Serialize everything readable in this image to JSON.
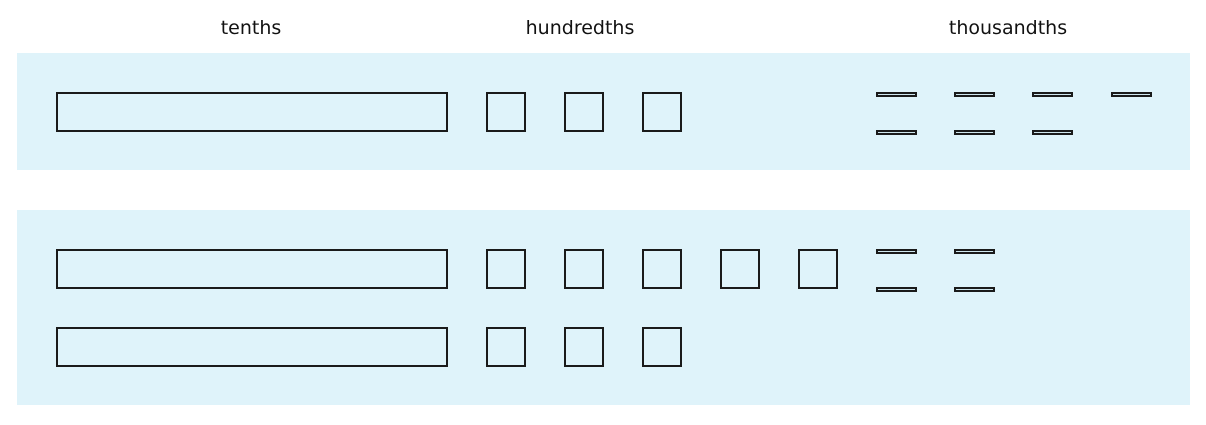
{
  "headers": {
    "tenths": "tenths",
    "hundredths": "hundredths",
    "thousandths": "thousandths"
  },
  "colors": {
    "panel": "#dff3fa",
    "stroke": "#1a1a1a"
  },
  "panels": [
    {
      "rows": [
        {
          "tenths": 1,
          "hundredths": 3,
          "thousandths": 7
        }
      ]
    },
    {
      "rows": [
        {
          "tenths": 1,
          "hundredths": 5,
          "thousandths": 4
        },
        {
          "tenths": 1,
          "hundredths": 3,
          "thousandths": 0
        }
      ]
    }
  ]
}
